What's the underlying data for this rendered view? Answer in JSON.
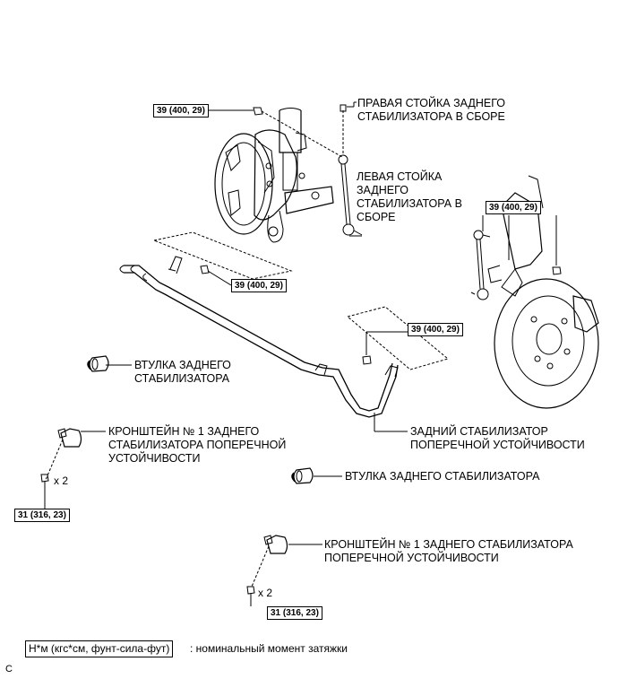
{
  "torques": {
    "t1": "39 (400, 29)",
    "t2": "39 (400, 29)",
    "t3": "39 (400, 29)",
    "t4": "39 (400, 29)",
    "t5": "31 (316, 23)",
    "t6": "31 (316, 23)"
  },
  "labels": {
    "right_link": [
      "ПРАВАЯ СТОЙКА ЗАДНЕГО",
      "СТАБИЛИЗАТОРА В СБОРЕ"
    ],
    "left_link": [
      "ЛЕВАЯ СТОЙКА",
      "ЗАДНЕГО",
      "СТАБИЛИЗАТОРА В",
      "СБОРЕ"
    ],
    "bushing_1": [
      "ВТУЛКА ЗАДНЕГО",
      "СТАБИЛИЗАТОРА"
    ],
    "stabilizer_bar": [
      "ЗАДНИЙ СТАБИЛИЗАТОР",
      "ПОПЕРЕЧНОЙ УСТОЙЧИВОСТИ"
    ],
    "bracket_1": [
      "КРОНШТЕЙН № 1 ЗАДНЕГО",
      "СТАБИЛИЗАТОРА ПОПЕРЕЧНОЙ",
      "УСТОЙЧИВОСТИ"
    ],
    "bushing_2": "ВТУЛКА ЗАДНЕГО СТАБИЛИЗАТОРА",
    "bracket_2": [
      "КРОНШТЕЙН № 1 ЗАДНЕГО СТАБИЛИЗАТОРА",
      "ПОПЕРЕЧНОЙ УСТОЙЧИВОСТИ"
    ]
  },
  "quantities": {
    "q1": "x 2",
    "q2": "x 2"
  },
  "legend": {
    "unit": "Н*м (кгс*см, фунт-сила-фут)",
    "description": ": номинальный момент затяжки"
  },
  "corner_mark": "C"
}
